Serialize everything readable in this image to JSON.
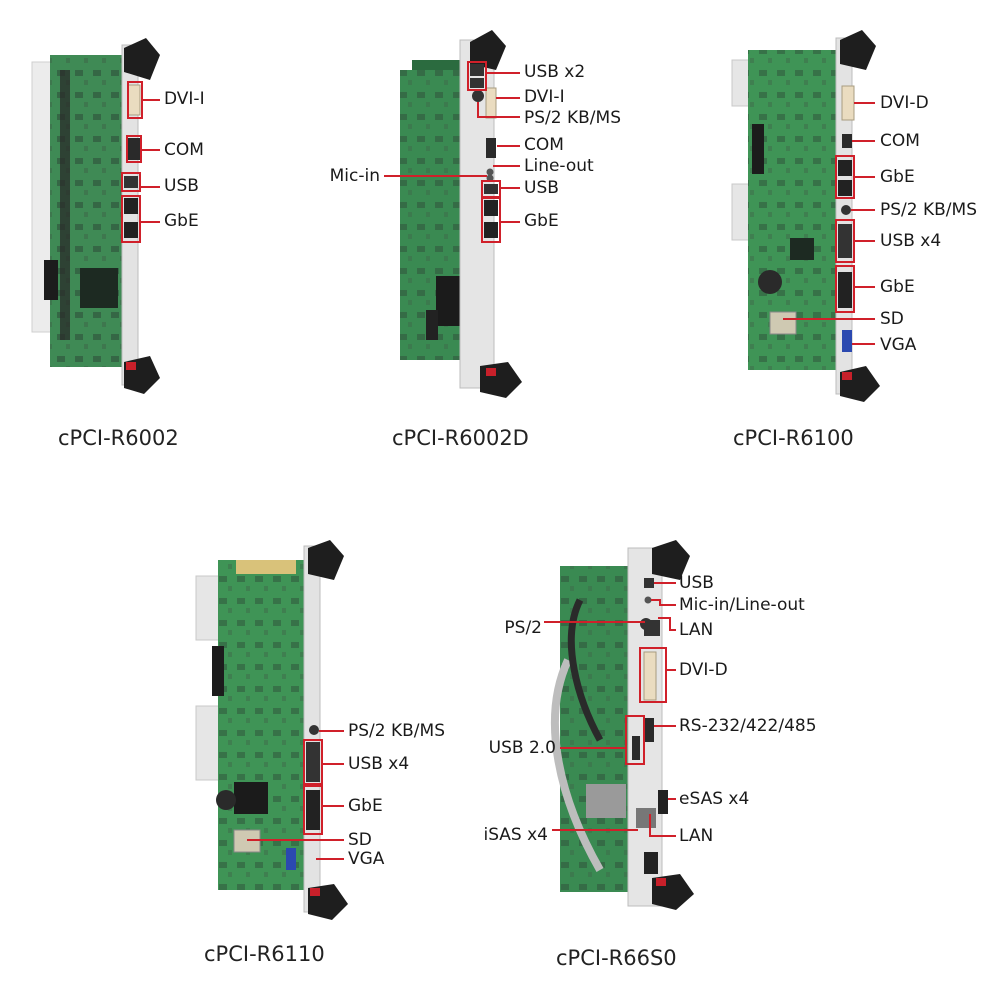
{
  "accent_color": "#d0202a",
  "boards": [
    {
      "model": "cPCI-R6002",
      "callouts": [
        "DVI-I",
        "COM",
        "USB",
        "GbE"
      ]
    },
    {
      "model": "cPCI-R6002D",
      "callouts": [
        "USB x2",
        "DVI-I",
        "PS/2 KB/MS",
        "COM",
        "Line-out",
        "Mic-in",
        "USB",
        "GbE"
      ]
    },
    {
      "model": "cPCI-R6100",
      "callouts": [
        "DVI-D",
        "COM",
        "GbE",
        "PS/2 KB/MS",
        "USB x4",
        "GbE",
        "SD",
        "VGA"
      ]
    },
    {
      "model": "cPCI-R6110",
      "callouts": [
        "PS/2 KB/MS",
        "USB x4",
        "GbE",
        "SD",
        "VGA"
      ]
    },
    {
      "model": "cPCI-R66S0",
      "callouts": [
        "USB",
        "Mic-in/Line-out",
        "PS/2",
        "LAN",
        "DVI-D",
        "RS-232/422/485",
        "USB 2.0",
        "eSAS x4",
        "iSAS x4",
        "LAN"
      ]
    }
  ]
}
